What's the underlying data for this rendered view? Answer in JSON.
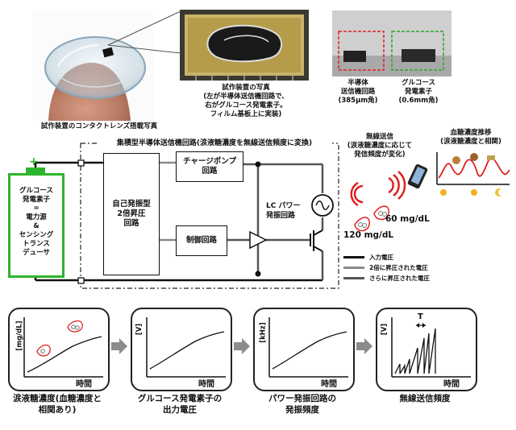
{
  "photos": {
    "lens_caption": "試作装置のコンタクトレンズ搭載写真",
    "chip_caption": "試作装置の写真\n(左が半導体送信機回路で、\n右がグルコース発電素子。\nフィルム基板上に実装)",
    "semi_caption": "半導体\n送信機回路\n(385μm角)",
    "glucose_caption": "グルコース\n発電素子\n(0.6mm角)"
  },
  "circuit": {
    "title": "集積型半導体送信機回路(涙液糖濃度を無線送信頻度に変換)",
    "source_label": "グルコース\n発電素子\n=\n電力源\n&\nセンシング\nトランス\nデューサ",
    "source_plus": "+",
    "source_minus": "−",
    "oscillator_label": "自己発振型\n2倍昇圧\n回路",
    "chargepump_label": "チャージポンプ\n回路",
    "control_label": "制御回路",
    "lc_label": "LC パワー\n発振回路"
  },
  "legend": {
    "items": [
      {
        "label": "入力電圧",
        "color": "#111111"
      },
      {
        "label": "2倍に昇圧された電圧",
        "color": "#8a8a8a"
      },
      {
        "label": "さらに昇圧された電圧",
        "color": "#555555"
      }
    ]
  },
  "wireless": {
    "title": "無線送信\n(涙液糖濃度に応じて\n発信頻度が変化)",
    "label_60": "60 mg/dL",
    "label_120": "120 mg/dL"
  },
  "blood": {
    "title": "血糖濃度推移\n(涙液糖濃度と相関)"
  },
  "panels": [
    {
      "ylabel": "[mg/dL]",
      "xlabel": "時間",
      "caption": "涙液糖濃度(血糖濃度と\n相関あり)"
    },
    {
      "ylabel": "[V]",
      "xlabel": "時間",
      "caption": "グルコース発電素子の\n出力電圧"
    },
    {
      "ylabel": "[kHz]",
      "xlabel": "時間",
      "caption": "パワー発振回路の\n発振頻度"
    },
    {
      "ylabel": "[V]",
      "xlabel": "時間",
      "caption": "無線送信頻度",
      "period_label": "T"
    }
  ],
  "colors": {
    "green_source": "#2db52d",
    "red_waves": "#e02020",
    "arrow_gray": "#8c8c8c"
  }
}
